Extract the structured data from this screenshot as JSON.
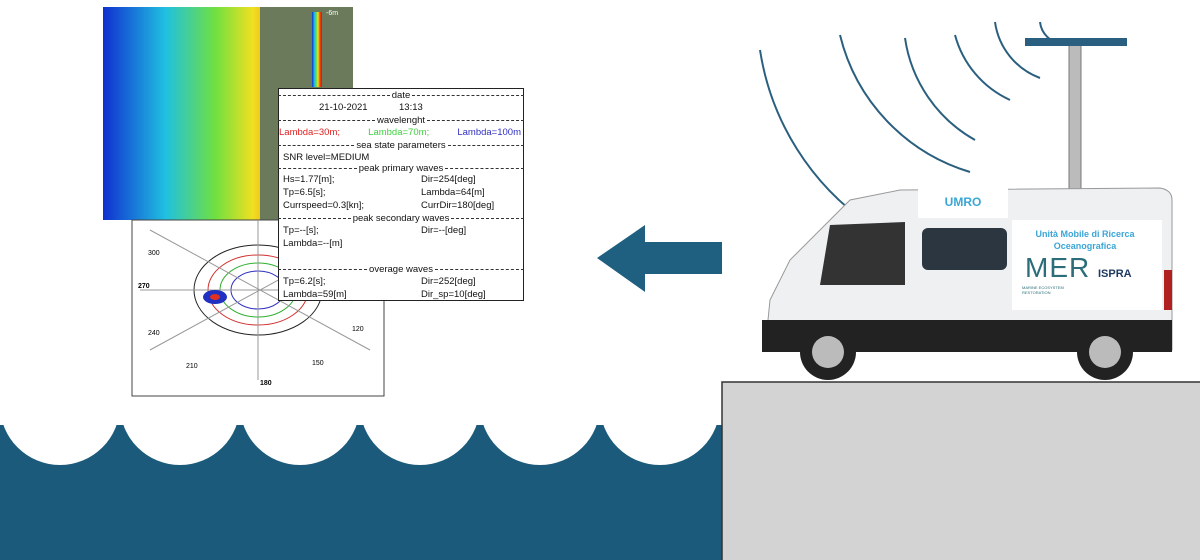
{
  "panel": {
    "date_header": "date",
    "date": "21-10-2021",
    "time": "13:13",
    "wl_header": "wavelenght",
    "lambdas": [
      {
        "text": "Lambda=30m;",
        "color": "#e02020"
      },
      {
        "text": "Lambda=70m;",
        "color": "#40d040"
      },
      {
        "text": "Lambda=100m",
        "color": "#3030c0"
      }
    ],
    "sea_header": "sea state parameters",
    "snr": "SNR level=MEDIUM",
    "primary_header": "peak primary waves",
    "primary": [
      [
        "Hs=1.77[m];",
        "Dir=254[deg]"
      ],
      [
        "Tp=6.5[s];",
        "Lambda=64[m]"
      ],
      [
        "Currspeed=0.3[kn];",
        "CurrDir=180[deg]"
      ]
    ],
    "secondary_header": "peak secondary waves",
    "secondary": [
      [
        "Tp=--[s];",
        "Dir=--[deg]"
      ],
      [
        "Lambda=--[m]",
        ""
      ]
    ],
    "average_header": "overage waves",
    "average": [
      [
        "Tp=6.2[s];",
        "Dir=252[deg]"
      ],
      [
        "Lambda=59[m]",
        "Dir_sp=10[deg]"
      ]
    ]
  },
  "polar": {
    "labels": [
      "300",
      "270",
      "240",
      "210",
      "180",
      "150",
      "120"
    ]
  },
  "colorbar": {
    "label": "-6m"
  },
  "van": {
    "label": "UMRO",
    "title": "Unità Mobile di Ricerca Oceanografica",
    "logo_mer": "MER",
    "logo_mer_sub": "MARINE ECOSYSTEM RESTORATION",
    "logo_ispra": "ISPRA"
  },
  "colors": {
    "sea": "#1b5a7a",
    "arrow": "#1f5f80",
    "platform": "#d3d3d3",
    "arcs": "#2a5f7f"
  }
}
